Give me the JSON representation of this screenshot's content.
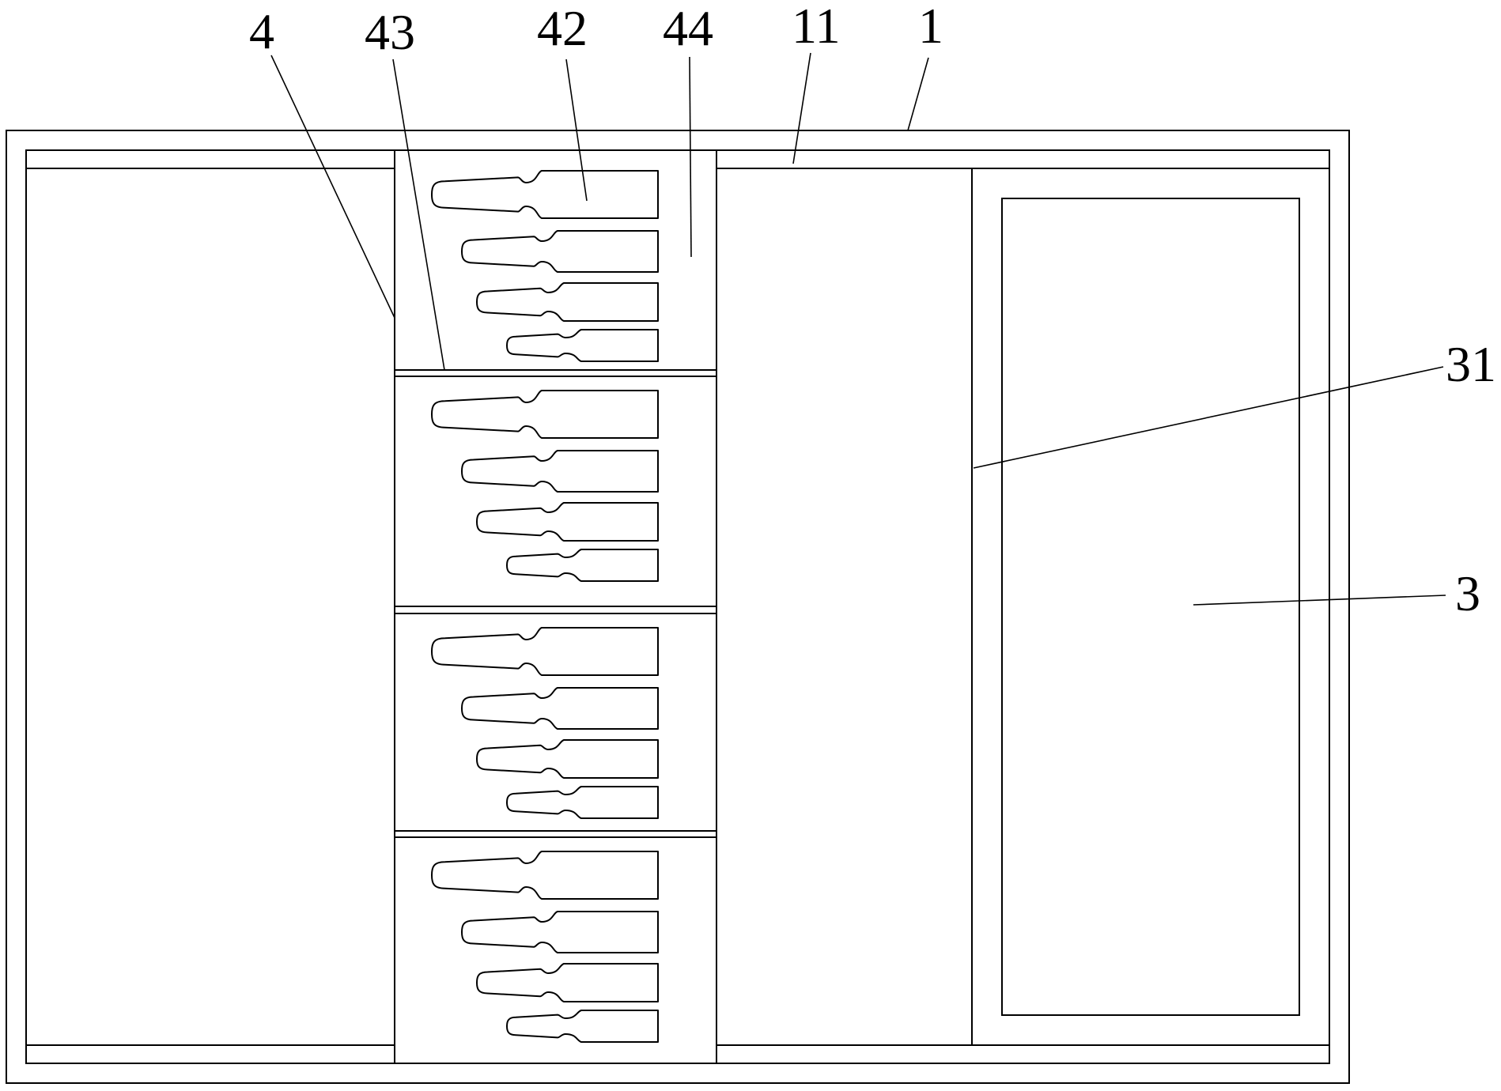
{
  "figure": {
    "type": "patent-style line drawing",
    "stroke_color": "#000000",
    "background_color": "#ffffff"
  },
  "labels": {
    "slide": "4",
    "divider": "43",
    "recess": "42",
    "column_gap": "44",
    "rail": "11",
    "frame": "1",
    "partition": "31",
    "panel": "3"
  },
  "compartments": {
    "cell_count": 4,
    "recesses_per_cell": 4
  }
}
